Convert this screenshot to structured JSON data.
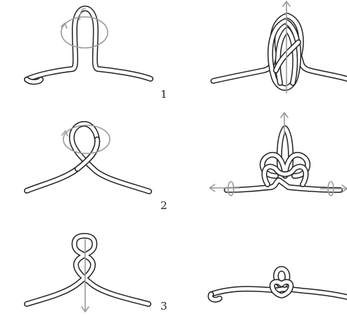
{
  "steps": [
    {
      "number": "1"
    },
    {
      "number": "2"
    },
    {
      "number": "3"
    }
  ],
  "colors": {
    "rope_outline": "#222222",
    "rope_fill": "#ffffff",
    "guide_arrow": "#9a9a9a"
  }
}
